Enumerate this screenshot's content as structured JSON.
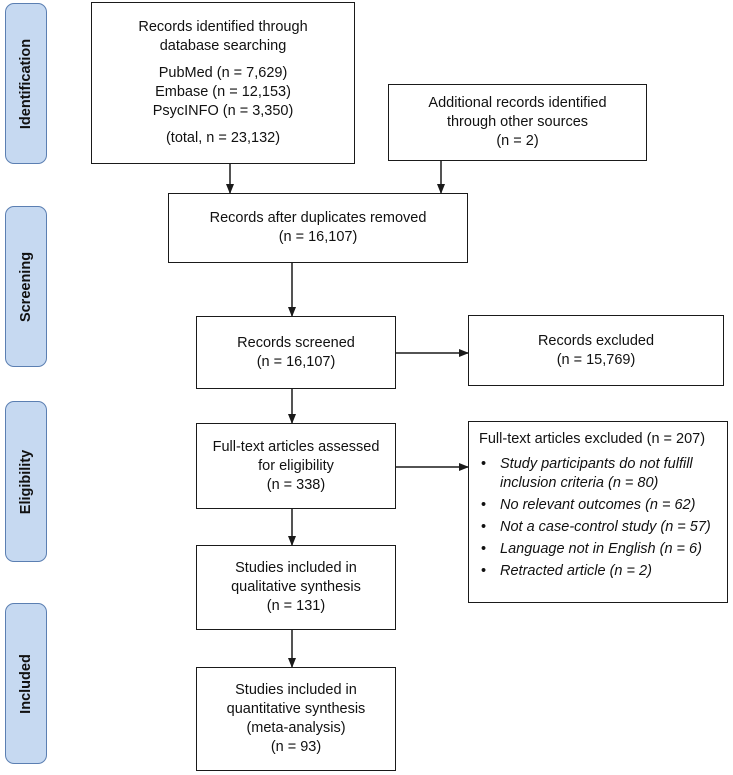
{
  "stages": {
    "identification": "Identification",
    "screening": "Screening",
    "eligibility": "Eligibility",
    "included": "Included"
  },
  "boxes": {
    "db_search": {
      "lines": [
        "Records identified through",
        "database searching"
      ],
      "sources": [
        "PubMed (n = 7,629)",
        "Embase (n = 12,153)",
        "PsycINFO (n = 3,350)"
      ],
      "total": "(total, n = 23,132)"
    },
    "other_sources": {
      "lines": [
        "Additional records identified",
        "through other sources",
        "(n = 2)"
      ]
    },
    "duplicates_removed": {
      "lines": [
        "Records after duplicates removed",
        "(n = 16,107)"
      ]
    },
    "screened": {
      "lines": [
        "Records screened",
        "(n = 16,107)"
      ]
    },
    "excluded": {
      "lines": [
        "Records excluded",
        "(n = 15,769)"
      ]
    },
    "fulltext_assessed": {
      "lines": [
        "Full-text articles assessed",
        "for eligibility",
        "(n = 338)"
      ]
    },
    "fulltext_excluded": {
      "heading": "Full-text articles excluded (n = 207)",
      "reasons": [
        "Study participants do not fulfill inclusion criteria (n = 80)",
        "No relevant outcomes (n = 62)",
        "Not a case-control study (n = 57)",
        "Language not in English (n = 6)",
        "Retracted article (n = 2)"
      ]
    },
    "qualitative": {
      "lines": [
        "Studies included in",
        "qualitative synthesis",
        "(n = 131)"
      ]
    },
    "quantitative": {
      "lines": [
        "Studies included in",
        "quantitative synthesis",
        "(meta-analysis)",
        "(n = 93)"
      ]
    }
  },
  "colors": {
    "stage_fill": "#c6d9f1",
    "stage_border": "#5b7fb2",
    "line": "#1a1a1a"
  }
}
